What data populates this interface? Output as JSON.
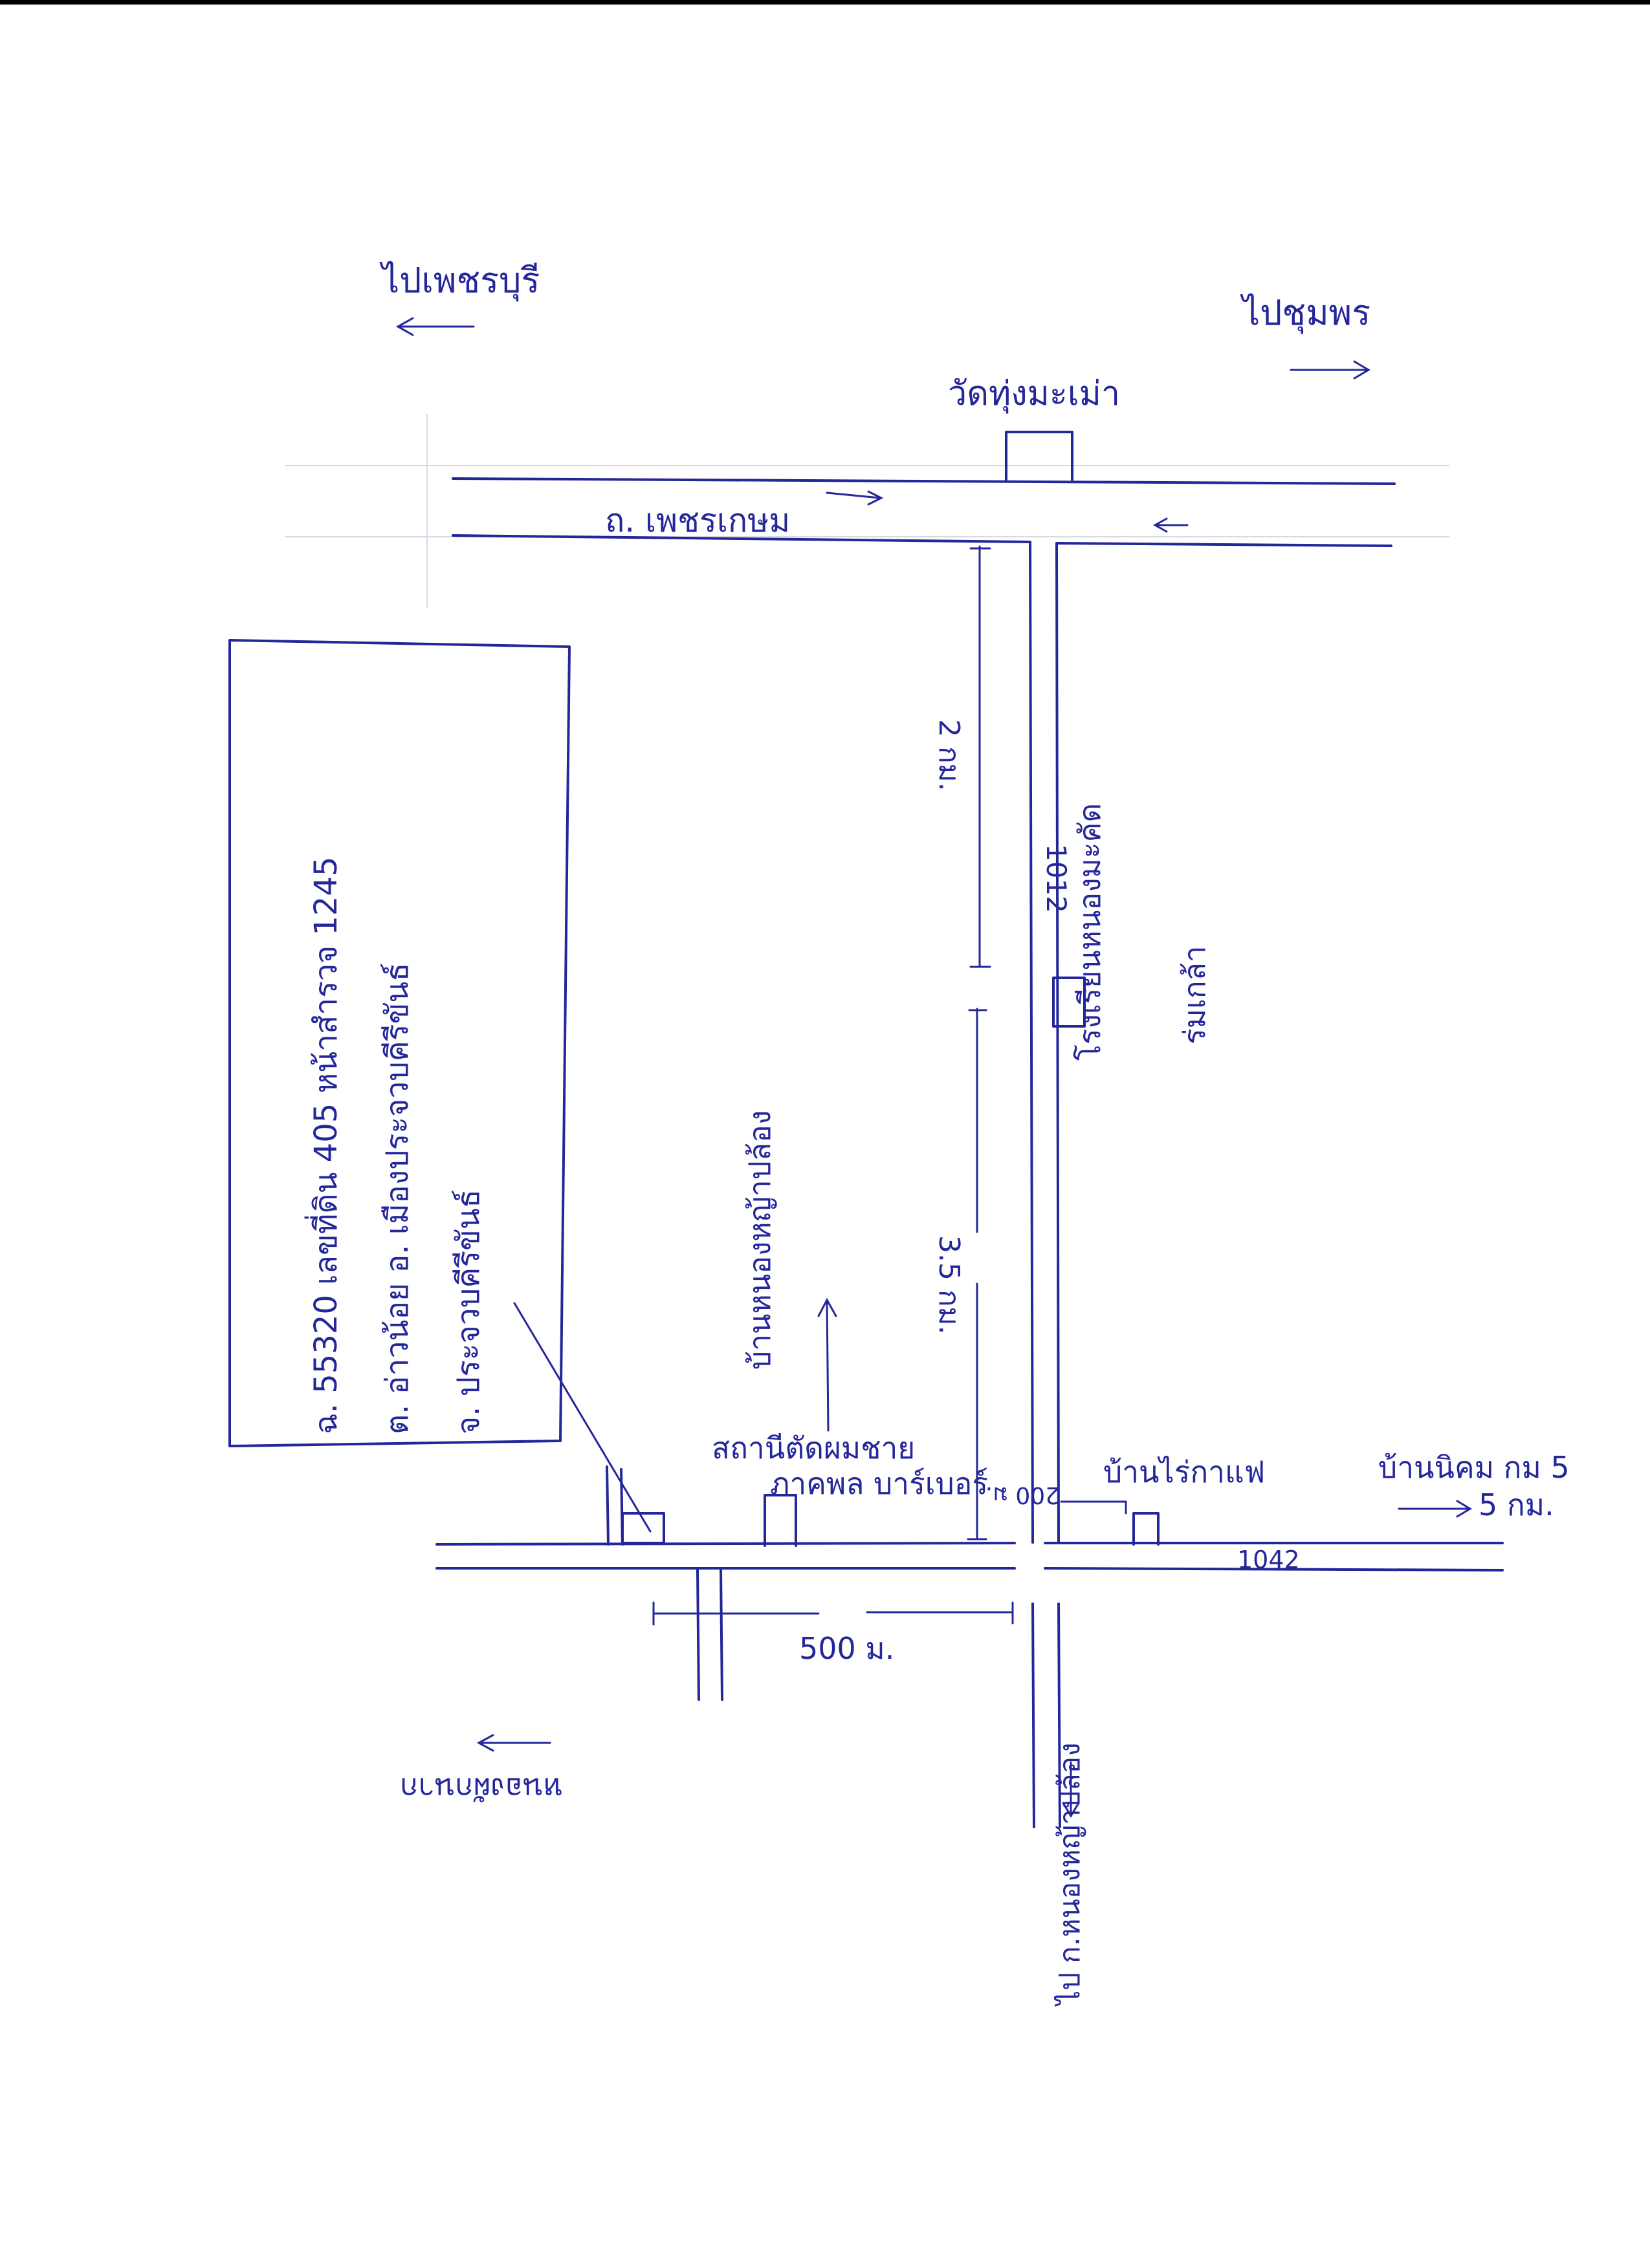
{
  "labels": {
    "to_phetchaburi": "ไปเพชรบุรี",
    "to_chumphon": "ไปชุมพร",
    "temple": "วัดทุ่งมะเม่า",
    "highway_name": "ถ. เพชรเกษม",
    "dist_2km": "2 กม.",
    "dist_3_5km": "3.5 กม.",
    "road_1012": "1012",
    "school_line1": "โรงเรียนหนองมะคัด",
    "school_line2": "ร่มเกล้า",
    "village_road": "บ้านหนองหญ้าปล้อง",
    "barber_line1": "สถานีตัดผมชาย",
    "barber_line2": "ภาคพล บาร์เบอร์",
    "village_raikafe": "บ้านไร่กาแฟ",
    "dist_200m": "200 ม.",
    "nikhom": "บ้านนิคม กม 5",
    "dist_5km": "5 กม.",
    "road_1042": "1042",
    "dist_500m": "500 ม.",
    "nong_phak_nak": "หนองผักนาก",
    "to_nong_ya_plong": "ไป ก.หนองหญ้าปล้อง"
  },
  "property_box": {
    "line1": "ฉ. 55320  เลขที่ดิน 405 หน้าสำรวจ 1245",
    "line2": "ต. อ่าวน้อย  อ. เมืองประจวบคีรีขันธ์",
    "line3": "จ. ประจวบคีรีขันธ์"
  },
  "colors": {
    "ink": "#24279a",
    "paper": "#ffffff"
  }
}
